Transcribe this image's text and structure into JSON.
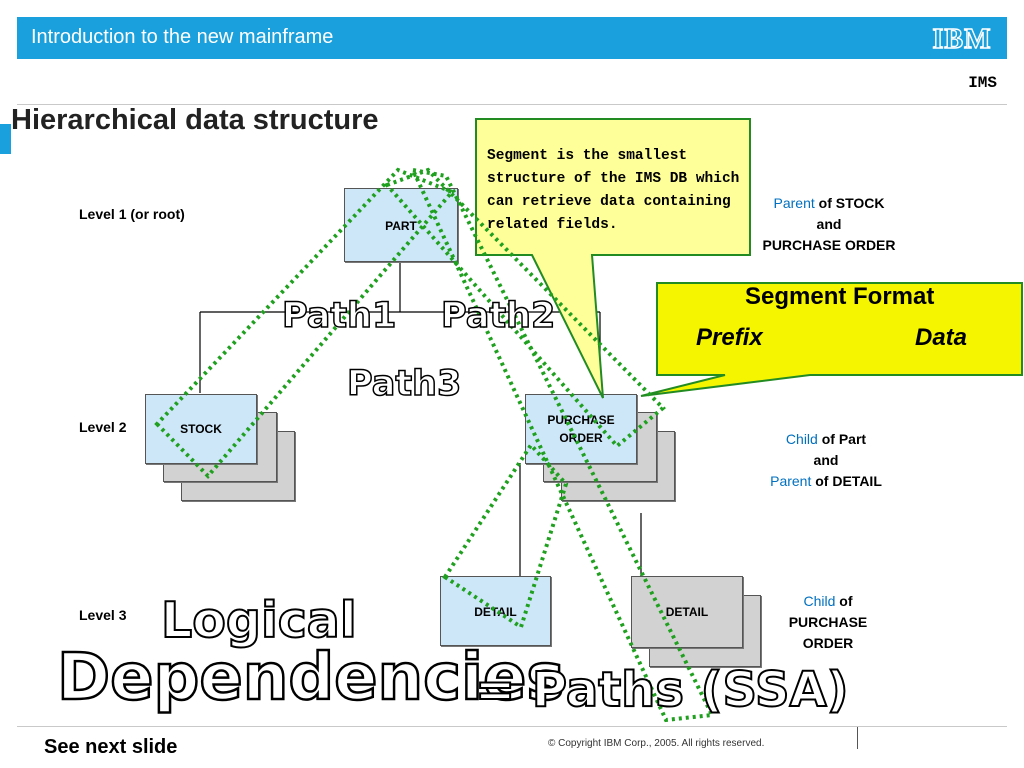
{
  "header": {
    "title": "Introduction to the new mainframe",
    "logo_text": "IBM",
    "accent_color": "#1aa0dc"
  },
  "section_label": "IMS",
  "slide_title": "Hierarchical data structure",
  "levels": {
    "level1": "Level 1 (or root)",
    "level2": "Level 2",
    "level3": "Level 3"
  },
  "segments": {
    "part": "PART",
    "stock": "STOCK",
    "purchase_order": "PURCHASE ORDER",
    "detail_left": "DETAIL",
    "detail_right": "DETAIL"
  },
  "annotations": {
    "parent_stock": {
      "hl": "Parent",
      "text1": " of STOCK",
      "text2": "and",
      "text3": "PURCHASE ORDER"
    },
    "child_part": {
      "hl1": "Child",
      "text1": " of Part",
      "text2": "and",
      "hl2": "Parent",
      "text3": " of DETAIL"
    },
    "child_po": {
      "hl": "Child",
      "text1": " of",
      "text2": "PURCHASE",
      "text3": "ORDER"
    }
  },
  "callout": {
    "text": "Segment is the smallest structure of the IMS DB which can retrieve data containing related fields.",
    "fill": "#ffff99",
    "border": "#228b22"
  },
  "segment_format": {
    "title": "Segment Format",
    "prefix": "Prefix",
    "data": "Data",
    "fill": "#f5f500",
    "border": "#228b22"
  },
  "paths": {
    "path1": "Path1",
    "path2": "Path2",
    "path3": "Path3",
    "color": "#1fa01f"
  },
  "banner": {
    "logical": "Logical",
    "dependencies": "Dependencies",
    "paths_ssa": "= Paths (SSA)"
  },
  "footer": {
    "see_next": "See next slide",
    "copyright": "© Copyright IBM Corp., 2005. All rights reserved."
  }
}
